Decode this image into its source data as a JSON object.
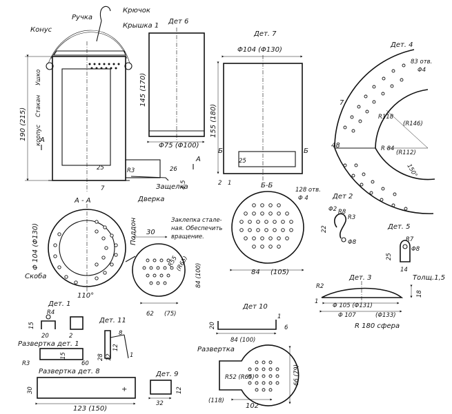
{
  "labels": {
    "top": {
      "ruchka": "Ручка",
      "kryuchok": "Крючок",
      "konus": "Конус",
      "kryshka": "Крышка 1",
      "ushko": "Ушко",
      "stakan": "Стакан",
      "korpus": "корпус",
      "dverka": "Дверка",
      "zashchelka": "Защелка",
      "dim_190": "190 (215)",
      "dim_25": "25",
      "dim_7": "7",
      "dim_r3": "R3",
      "dim_26": "26",
      "dim_45": "4,5",
      "sec_a_left": "А",
      "sec_a_right": "А"
    },
    "det6": {
      "title": "Дет 6",
      "d": "Φ75 (Φ100)",
      "h": "145 (170)"
    },
    "det7": {
      "title": "Дет. 7",
      "d": "Φ104 (Φ130)",
      "h": "155 (180)",
      "d25": "25",
      "d2": "2",
      "d1": "1",
      "b_left": "Б",
      "b_right": "Б"
    },
    "det4": {
      "title": "Дет. 4",
      "holes": "83 отв.",
      "hole_d": "Φ4",
      "d7": "7",
      "r118": "R118",
      "r146": "(R146)",
      "d48": "48",
      "r84": "R 84",
      "r112": "(R112)",
      "a150": "150°"
    },
    "aa": {
      "title": "А - А",
      "d104": "Φ 104 (Φ130)",
      "skoba": "Скоба",
      "a110": "110°",
      "poddon": "Поддон",
      "d30": "30",
      "zaklepka": "Заклепка стале-",
      "zaklepka2": "ная. Обеспечить",
      "zaklepka3": "вращение.",
      "r55": "R55",
      "r65": "(R65)",
      "d84": "84 (100)",
      "d62": "62",
      "d75": "(75)"
    },
    "bb": {
      "title": "Б-Б",
      "holes": "128 отв.",
      "hole_d": "Φ 4",
      "d84": "84",
      "d105": "(105)"
    },
    "det2": {
      "title": "Дет 2",
      "d22": "22",
      "d2": "Φ2",
      "r8": "R8",
      "r3": "R3",
      "d8": "Φ8"
    },
    "det5": {
      "title": "Дет. 5",
      "r7": "R7",
      "d8": "Φ8",
      "d25": "25",
      "d14": "14",
      "tol": "Толщ.1,5"
    },
    "det3": {
      "title": "Дет. 3",
      "r2": "R2",
      "d1": "1",
      "d105": "Φ 105 (Φ131)",
      "d107": "Φ 107",
      "d133": "(Φ133)",
      "d18": "18",
      "r180": "R 180 сфера"
    },
    "det1": {
      "title": "Дет. 1",
      "r4": "R4",
      "d15": "15",
      "d20": "20",
      "d2": "2",
      "razv": "Развертка дет. 1",
      "r3": "R3",
      "d15b": "15",
      "d60": "60"
    },
    "det11": {
      "title": "Дет. 11",
      "d8": "8",
      "d12": "12",
      "d28": "28",
      "d12b": "12",
      "d1": "1"
    },
    "det10": {
      "title": "Дет 10",
      "d20": "20",
      "d84": "84 (100)",
      "d1": "1",
      "d6": "6"
    },
    "det8": {
      "title": "Развертка дет. 8",
      "d30": "30",
      "d123": "123 (150)",
      "plus": "+"
    },
    "det9": {
      "title": "Дет. 9",
      "d12": "12",
      "d32": "32"
    },
    "razv": {
      "title": "Развертка",
      "r52": "R52 (R65)",
      "d118": "(118)",
      "d102": "102",
      "d66": "66 (79)"
    }
  }
}
